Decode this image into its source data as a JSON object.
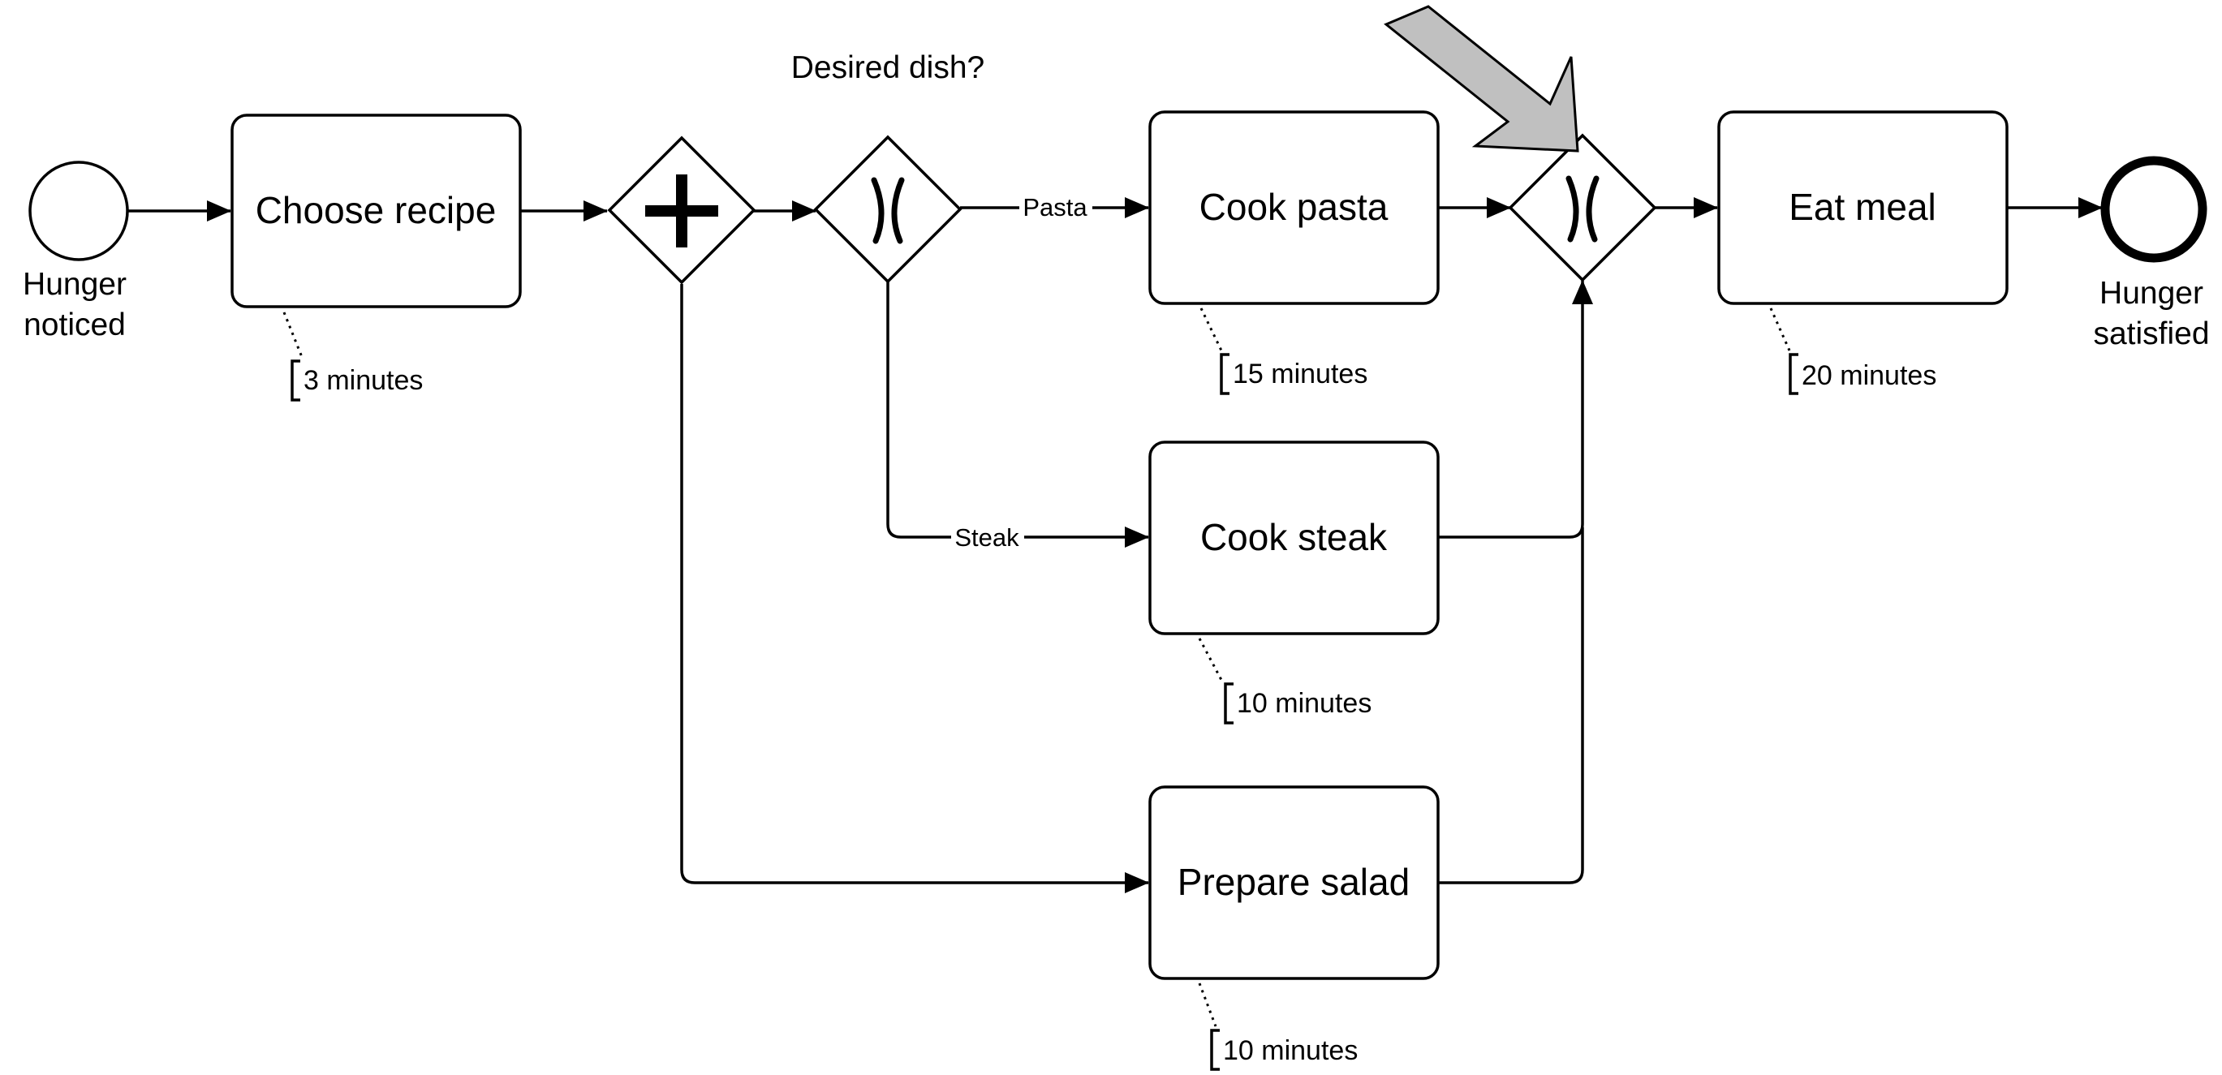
{
  "diagram": {
    "events": {
      "start_label_line1": "Hunger",
      "start_label_line2": "noticed",
      "end_label_line1": "Hunger",
      "end_label_line2": "satisfied"
    },
    "tasks": {
      "choose_recipe": "Choose recipe",
      "cook_pasta": "Cook pasta",
      "cook_steak": "Cook steak",
      "prepare_salad": "Prepare salad",
      "eat_meal": "Eat meal"
    },
    "gateways": {
      "decision_question": "Desired dish?"
    },
    "flows": {
      "pasta_label": "Pasta",
      "steak_label": "Steak"
    },
    "annotations": {
      "choose_recipe": "3 minutes",
      "cook_pasta": "15 minutes",
      "cook_steak": "10 minutes",
      "prepare_salad": "10 minutes",
      "eat_meal": "20 minutes"
    },
    "highlight_arrow_color": "#c0c0c0"
  }
}
